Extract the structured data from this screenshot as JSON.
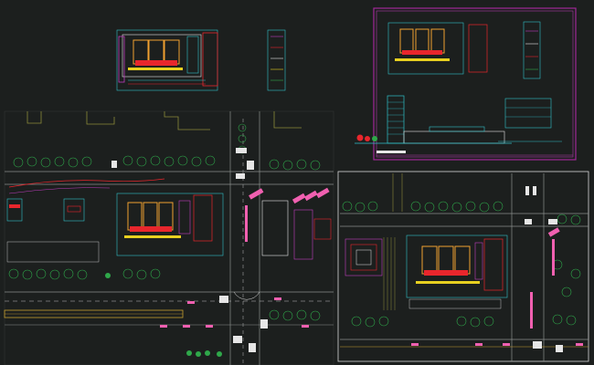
{
  "app": {
    "window": "cad-model-space",
    "background": "#1c1f1e"
  },
  "colors": {
    "red": "#e8262c",
    "orange": "#f0a030",
    "yellow": "#e8d020",
    "green": "#2fa84a",
    "cyan": "#30c0c8",
    "magenta": "#c03cc0",
    "white": "#e6e6e6",
    "pink": "#f060b0",
    "gray": "#8a8f8c",
    "olive": "#8c8a3a"
  },
  "sheets": [
    {
      "name": "floor-plan-small",
      "kind": "plan"
    },
    {
      "name": "section-small",
      "kind": "tall-plan"
    },
    {
      "name": "titled-sheet",
      "kind": "sheet"
    },
    {
      "name": "site-plan-left",
      "kind": "site"
    },
    {
      "name": "site-plan-right",
      "kind": "site"
    }
  ]
}
